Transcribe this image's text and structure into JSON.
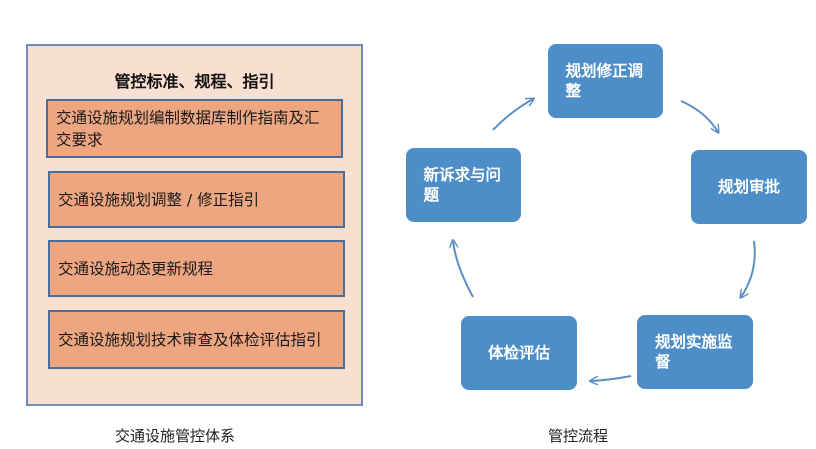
{
  "left": {
    "title": "管控标准、规程、指引",
    "items": [
      "交通设施规划编制数据库制作指南及汇交要求",
      "交通设施规划调整 / 修正指引",
      "交通设施动态更新规程",
      "交通设施规划技术审查及体检评估指引"
    ],
    "caption": "交通设施管控体系"
  },
  "cycle": {
    "nodes": [
      "规划修正调整",
      "规划审批",
      "规划实施监督",
      "体检评估",
      "新诉求与问题"
    ],
    "caption": "管控流程"
  },
  "colors": {
    "panel_bg": "#f9dfcf",
    "panel_border": "#6f8db5",
    "item_bg": "#eda680",
    "item_border": "#4a6e9c",
    "node_bg": "#4e8ec8",
    "arrow": "#5b8fc4"
  }
}
